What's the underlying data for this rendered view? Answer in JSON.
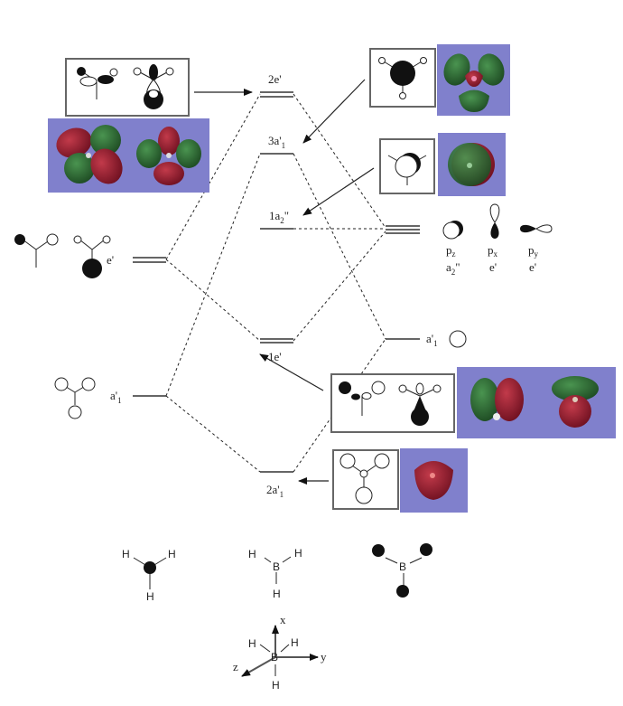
{
  "diagram": {
    "title": "BH3 molecular orbital diagram",
    "left_fragment": {
      "levels": [
        {
          "label": "e'",
          "degeneracy": 2
        },
        {
          "label": "a'",
          "subscript": "1",
          "degeneracy": 1
        }
      ]
    },
    "center_mos": [
      {
        "label": "2e'",
        "degeneracy": 2
      },
      {
        "label": "3a'",
        "subscript": "1",
        "degeneracy": 1
      },
      {
        "label": "1a",
        "subscript": "2",
        "suffix": "\"",
        "degeneracy": 1
      },
      {
        "label": "1e'",
        "degeneracy": 2
      },
      {
        "label": "2a'",
        "subscript": "1",
        "degeneracy": 1
      }
    ],
    "right_fragment": {
      "p_levels": {
        "degeneracy": 3
      },
      "p_orbitals": [
        {
          "name": "p",
          "sub": "z",
          "symmetry": "a",
          "sym_sub": "2",
          "sym_suffix": "\""
        },
        {
          "name": "p",
          "sub": "x",
          "symmetry": "e'"
        },
        {
          "name": "p",
          "sub": "y",
          "symmetry": "e'"
        }
      ],
      "s_level": {
        "label": "a'",
        "subscript": "1"
      }
    },
    "molecules": {
      "h3_fragment": {
        "atoms": [
          "H",
          "H",
          "H"
        ]
      },
      "bh3": {
        "center": "B",
        "atoms": [
          "H",
          "H",
          "H"
        ]
      },
      "b_fragment": {
        "center": "B"
      },
      "axes": {
        "center": "B",
        "atoms": [
          "H",
          "H",
          "H"
        ],
        "x": "x",
        "y": "y",
        "z": "z"
      }
    },
    "colors": {
      "mo_background": "#8080cc",
      "lobe_red": "#9e1b2e",
      "lobe_green": "#2e6b34",
      "level_line": "#666666"
    }
  }
}
